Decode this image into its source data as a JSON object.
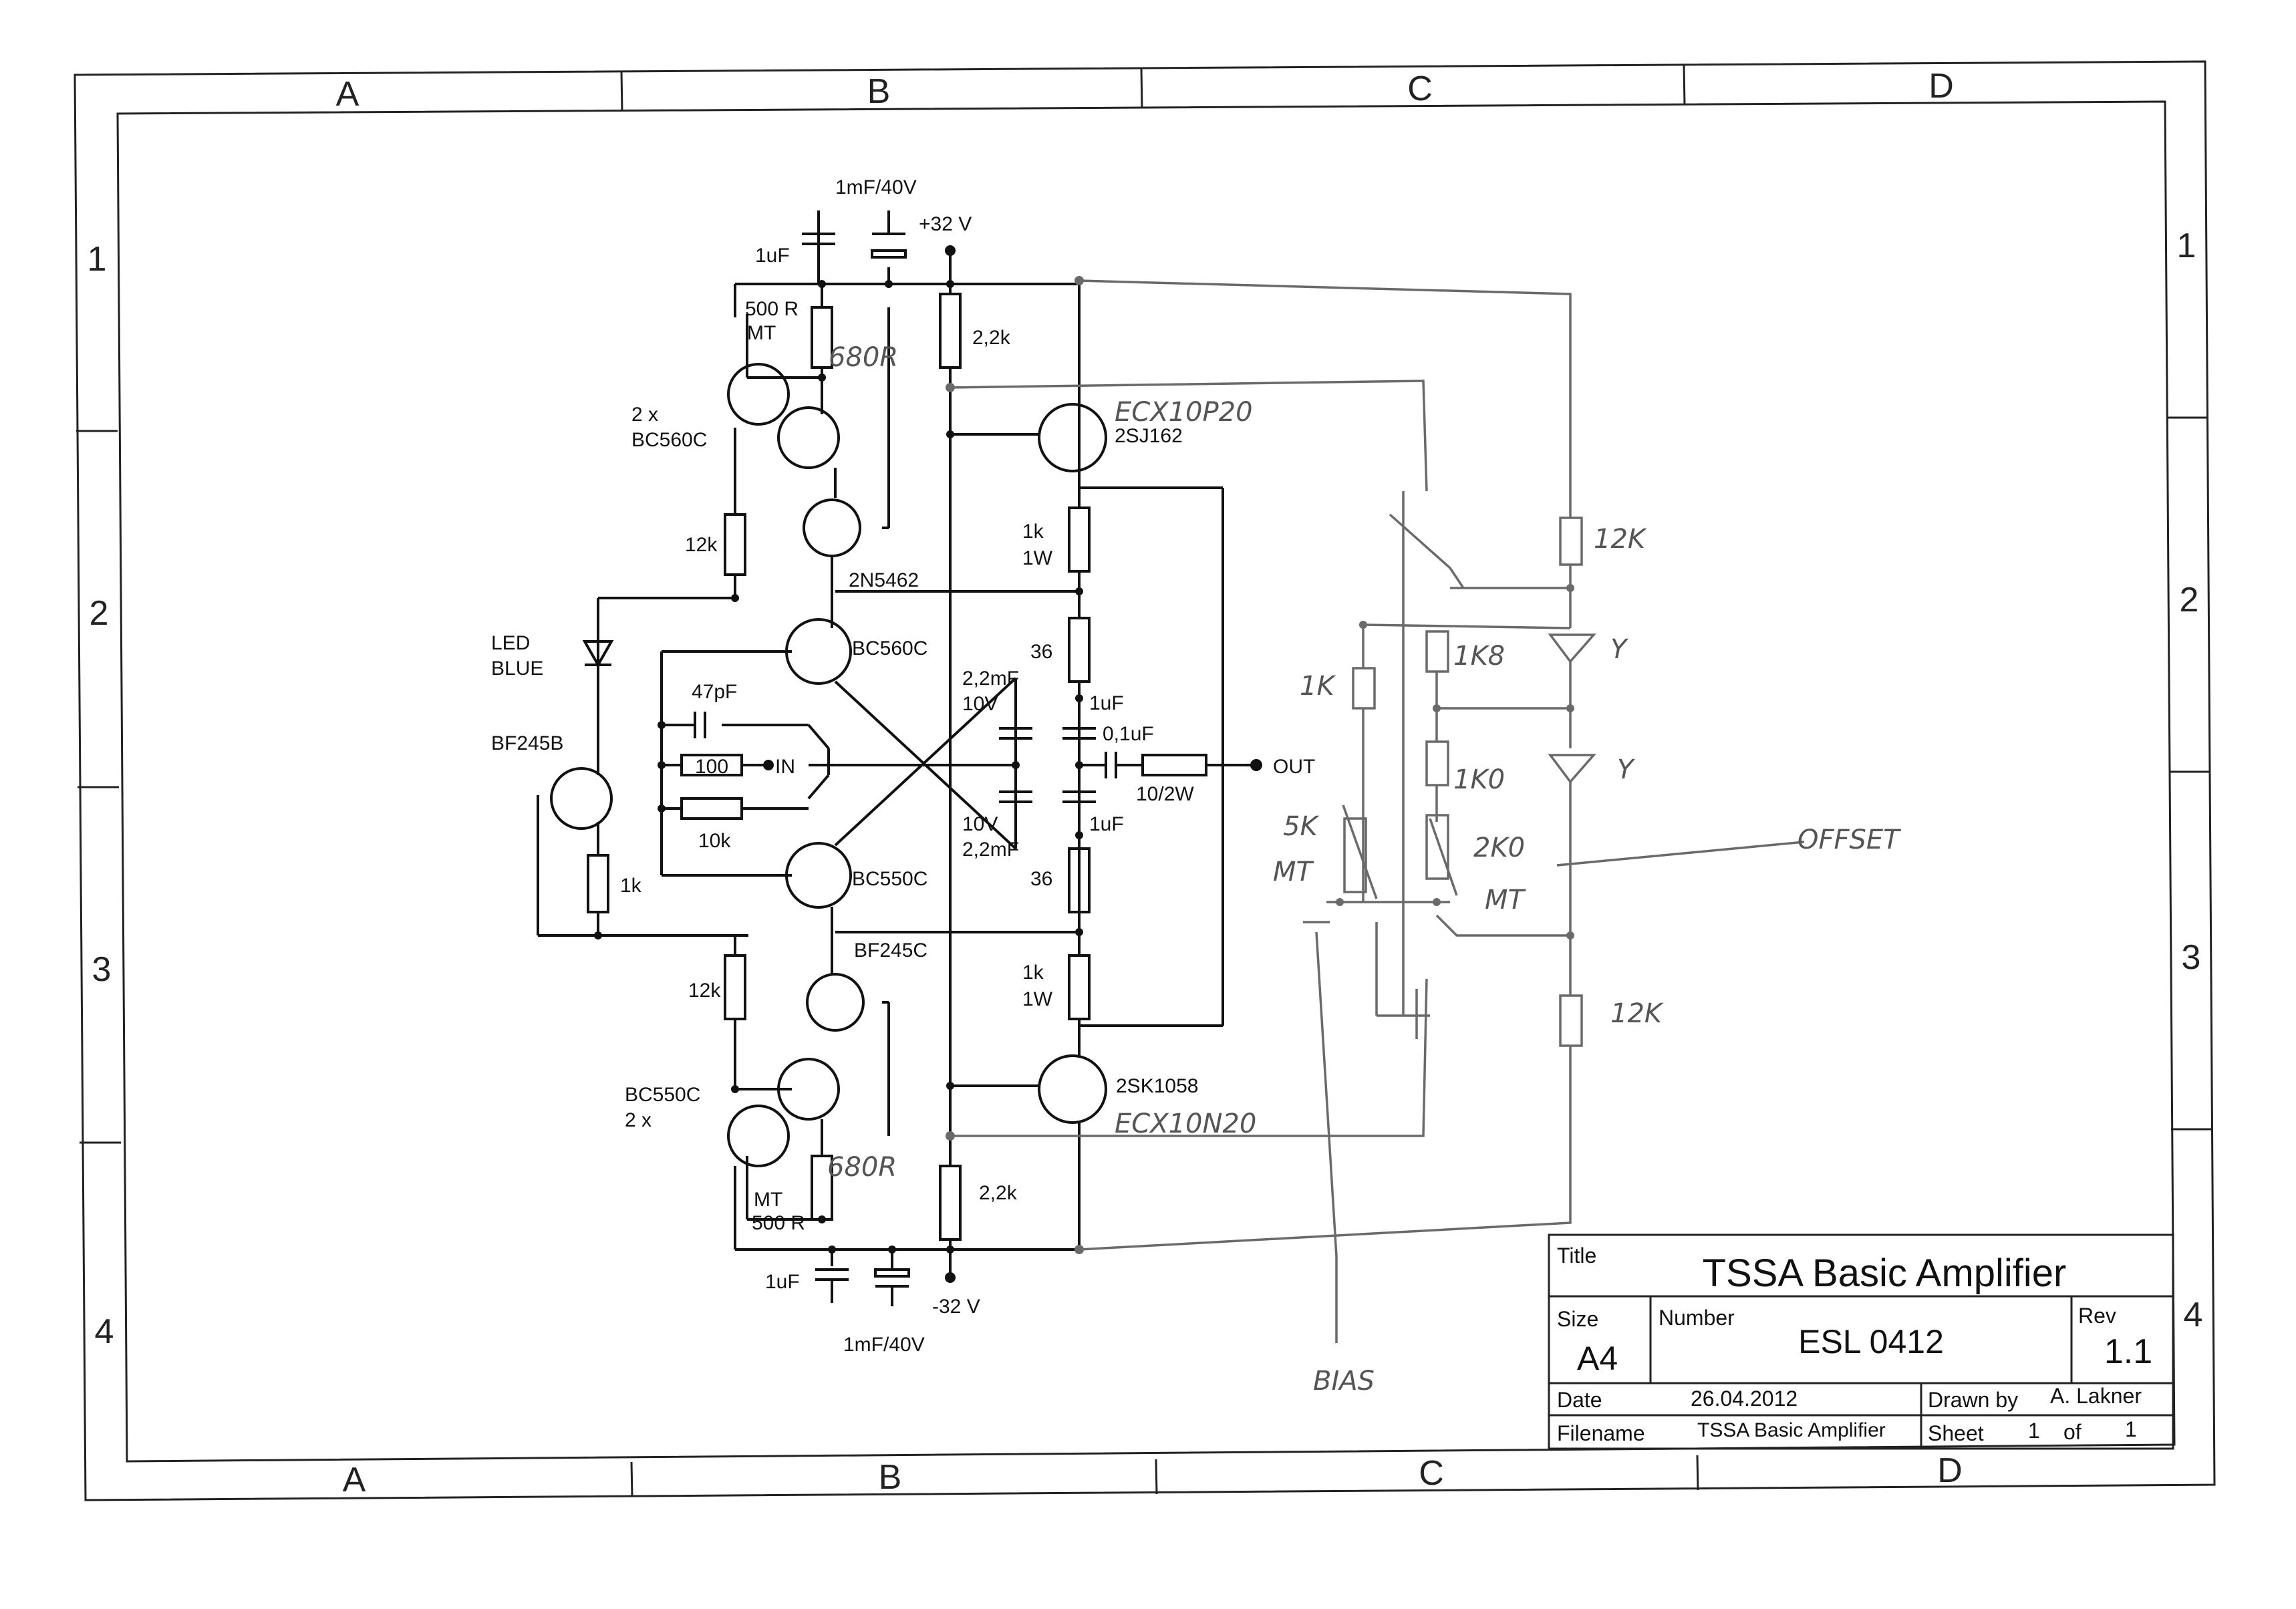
{
  "zones": {
    "columns": [
      "A",
      "B",
      "C",
      "D"
    ],
    "rows": [
      "1",
      "2",
      "3",
      "4"
    ]
  },
  "components": {
    "cap_1mF_top": "1mF/40V",
    "vplus": "+32 V",
    "cap_1uF_top": "1uF",
    "pot_top": "500 R",
    "pot_top_mt": "MT",
    "r_2k2_top": "2,2k",
    "hand_680r_top": "680R",
    "hand_ecx10p20": "ECX10P20",
    "q_2sj162": "2SJ162",
    "q_2x_top": "2 x",
    "q_bc560c_top": "BC560C",
    "r_12k_left_top": "12k",
    "q_2n5462": "2N5462",
    "r_1k1w_top_a": "1k",
    "r_1k1w_top_b": "1W",
    "led_a": "LED",
    "led_b": "BLUE",
    "q_bc560c_mid": "BC560C",
    "r_36_top": "36",
    "c_47pf": "47pF",
    "c_2m2_top_a": "2,2mF",
    "c_2m2_top_b": "10V",
    "c_1uf_out_top": "1uF",
    "c_01uf": "0,1uF",
    "q_bf245b": "BF245B",
    "r_100": "100",
    "in_label": "IN",
    "out_label": "OUT",
    "r_10_2w": "10/2W",
    "r_10k": "10k",
    "c_2m2_bot_a": "10V",
    "c_2m2_bot_b": "2,2mF",
    "c_1uf_out_bot": "1uF",
    "q_bc550c_mid": "BC550C",
    "r_36_bot": "36",
    "r_1k_left": "1k",
    "q_bf245c": "BF245C",
    "r_12k_left_bot": "12k",
    "r_1k1w_bot_a": "1k",
    "r_1k1w_bot_b": "1W",
    "q_bc550c_bot": "BC550C",
    "q_2x_bot": "2 x",
    "q_2sk1058": "2SK1058",
    "hand_ecx10n20": "ECX10N20",
    "hand_680r_bot": "680R",
    "pot_bot_mt": "MT",
    "pot_bot": "500 R",
    "r_2k2_bot": "2,2k",
    "cap_1uF_bot": "1uF",
    "vminus": "-32 V",
    "cap_1mF_bot": "1mF/40V"
  },
  "handwritten": {
    "r_12k_top": "12K",
    "r_1k": "1K",
    "r_1k8": "1K8",
    "r_1k0": "1K0",
    "pot_5k_a": "5K",
    "pot_5k_b": "MT",
    "pot_2k0_a": "2K0",
    "pot_2k0_b": "MT",
    "offset": "OFFSET",
    "r_12k_bot": "12K",
    "bias": "BIAS",
    "led_mark_a": "Y",
    "led_mark_b": "Y"
  },
  "title_block": {
    "title_label": "Title",
    "title": "TSSA Basic Amplifier",
    "size_label": "Size",
    "size": "A4",
    "number_label": "Number",
    "number": "ESL 0412",
    "rev_label": "Rev",
    "rev": "1.1",
    "date_label": "Date",
    "date": "26.04.2012",
    "drawn_label": "Drawn by",
    "drawn": "A. Lakner",
    "filename_label": "Filename",
    "filename": "TSSA Basic Amplifier",
    "sheet_label": "Sheet",
    "sheet": "1",
    "of_label": "of",
    "sheet_total": "1"
  },
  "colors": {
    "ink": "#111111",
    "pencil": "#6a6a6a"
  }
}
